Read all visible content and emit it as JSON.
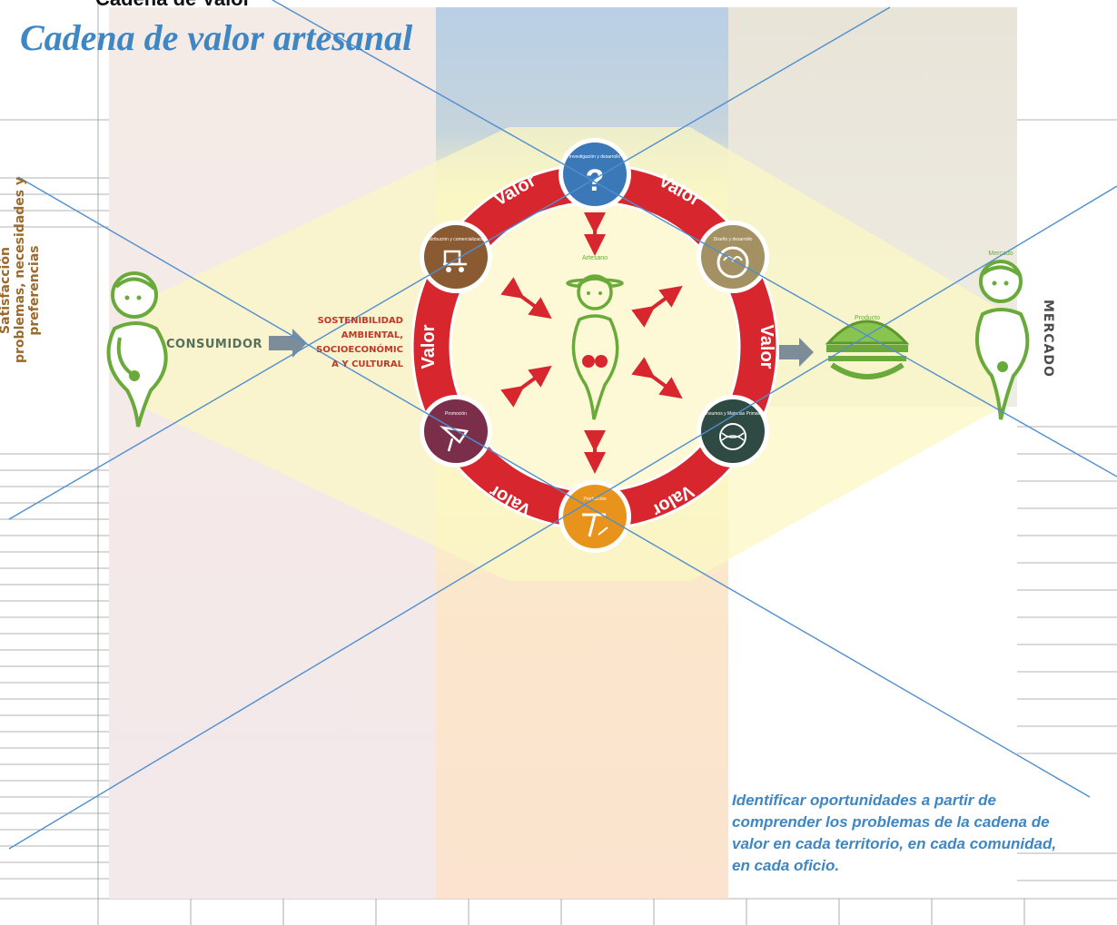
{
  "page": {
    "top_title": "Cadena de Valor",
    "title": "Cadena de valor artesanal"
  },
  "left_side": {
    "vertical_lines": [
      "Satisfacción",
      "problemas, necesidades y",
      "preferencias"
    ],
    "consumer_label": "CONSUMIDOR",
    "sustainability_lines": [
      "SOSTENIBILIDAD",
      "AMBIENTAL,",
      "SOCIOECONÓMIC",
      "A Y CULTURAL"
    ]
  },
  "ring": {
    "value_label": "Valor",
    "center_label": "Artesano",
    "nodes": [
      {
        "id": "top",
        "label": "Investigación y desarrollo",
        "color": "#3a78b8",
        "icon": "question-icon"
      },
      {
        "id": "top-right",
        "label": "Diseño y desarrollo",
        "color": "#a39063",
        "icon": "brain-icon"
      },
      {
        "id": "bottom-right",
        "label": "Insumos y Materias Primas",
        "color": "#2e4a42",
        "icon": "yarn-icon"
      },
      {
        "id": "bottom",
        "label": "Producción",
        "color": "#e8941c",
        "icon": "tool-icon"
      },
      {
        "id": "bottom-left",
        "label": "Promoción",
        "color": "#7a2e4a",
        "icon": "megaphone-icon"
      },
      {
        "id": "top-left",
        "label": "Distribución y comercialización",
        "color": "#8a5a32",
        "icon": "cart-icon"
      }
    ]
  },
  "right_side": {
    "product_label": "Producto",
    "market_figure_label": "Mercado",
    "vertical_label": "MERCADO"
  },
  "bottom_note": {
    "lines": [
      "Identificar oportunidades a partir de",
      "comprender los problemas de la cadena de",
      "valor en cada territorio, en cada comunidad,",
      "en cada oficio."
    ]
  },
  "colors": {
    "accent_blue": "#3f86c4",
    "ring_red": "#d7262d",
    "figure_green": "#6aaa3a"
  }
}
